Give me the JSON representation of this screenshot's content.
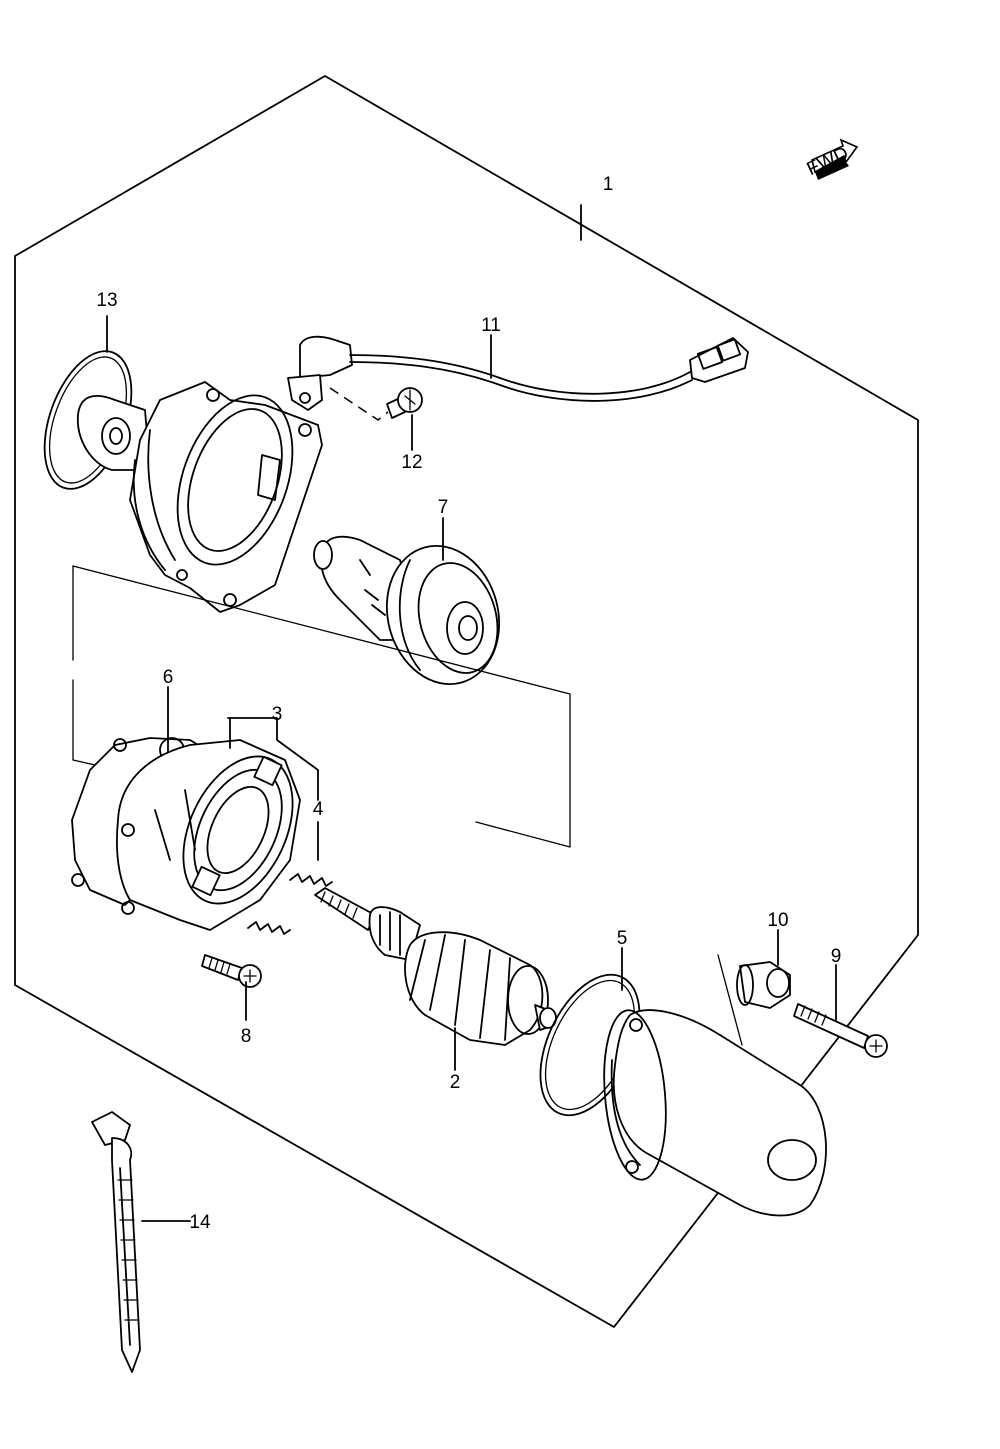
{
  "fwd_badge": "FWD",
  "callouts": [
    {
      "id": "part-1",
      "label": "1"
    },
    {
      "id": "part-2",
      "label": "2"
    },
    {
      "id": "part-3",
      "label": "3"
    },
    {
      "id": "part-4",
      "label": "4"
    },
    {
      "id": "part-5",
      "label": "5"
    },
    {
      "id": "part-6",
      "label": "6"
    },
    {
      "id": "part-7",
      "label": "7"
    },
    {
      "id": "part-8",
      "label": "8"
    },
    {
      "id": "part-9",
      "label": "9"
    },
    {
      "id": "part-10",
      "label": "10"
    },
    {
      "id": "part-11",
      "label": "11"
    },
    {
      "id": "part-12",
      "label": "12"
    },
    {
      "id": "part-13",
      "label": "13"
    },
    {
      "id": "part-14",
      "label": "14"
    }
  ]
}
